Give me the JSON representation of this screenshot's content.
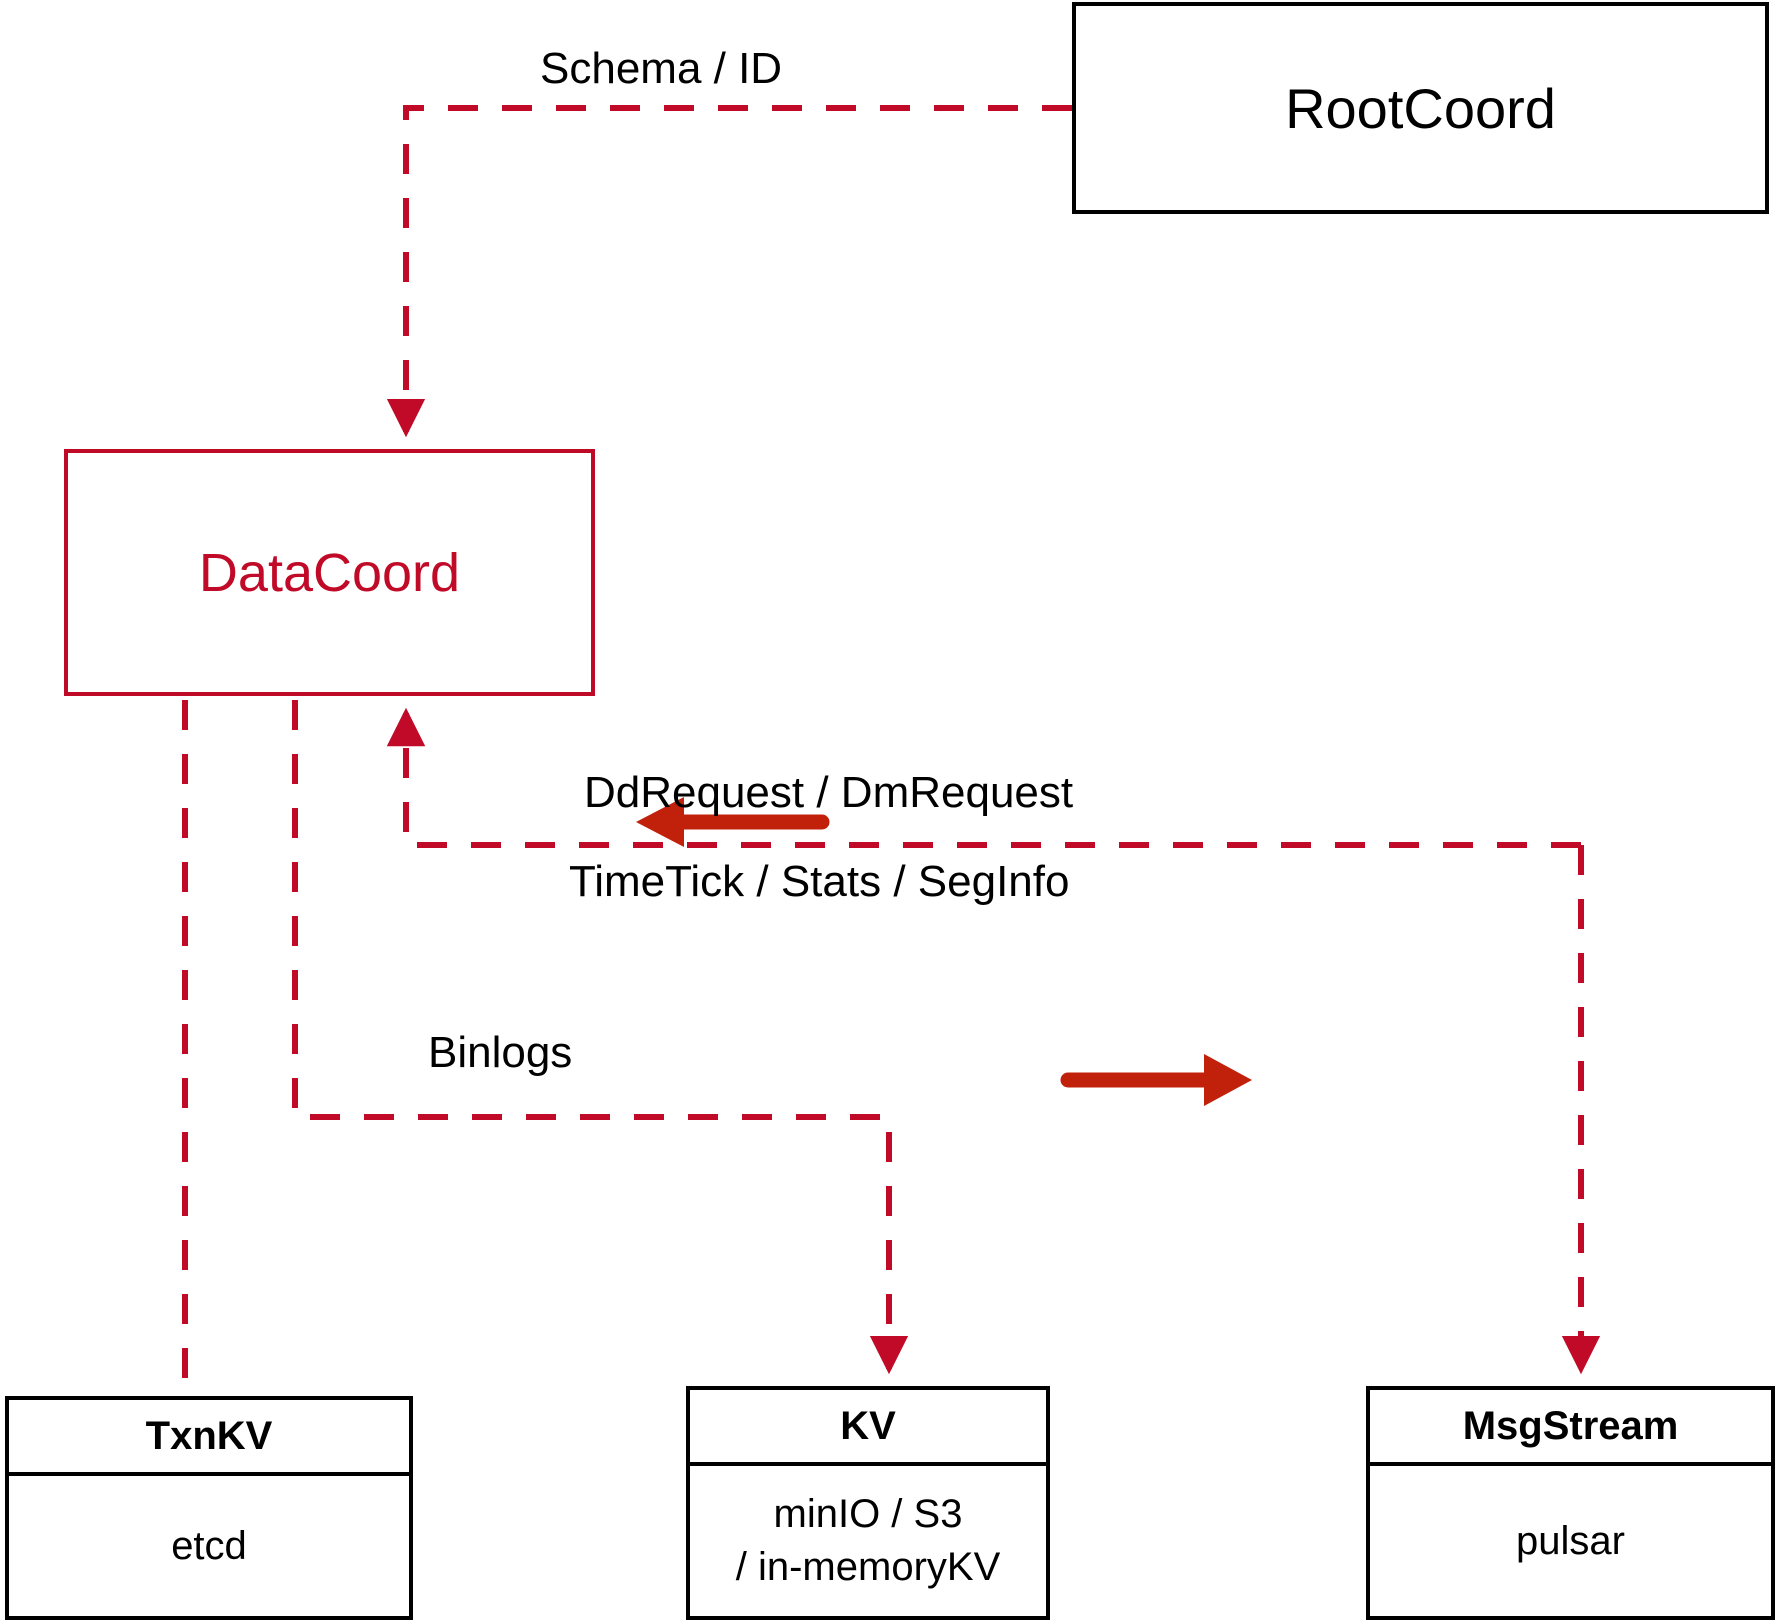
{
  "diagram": {
    "title": "DataCoord component interactions",
    "colors": {
      "accent_red": "#C00A27",
      "arrow_red": "#C1200B",
      "node_border_black": "#000000",
      "background": "#FFFFFF"
    },
    "nodes": [
      {
        "id": "rootcoord",
        "label": "RootCoord",
        "style": "black-outline",
        "sublabel": null
      },
      {
        "id": "datacoord",
        "label": "DataCoord",
        "style": "red-outline",
        "sublabel": null
      },
      {
        "id": "txnkv",
        "label": "TxnKV",
        "style": "black-outline-split",
        "sublabel": "etcd"
      },
      {
        "id": "kv",
        "label": "KV",
        "style": "black-outline-split",
        "sublabel_line1": "minIO / S3",
        "sublabel_line2": "/ in-memoryKV"
      },
      {
        "id": "msgstream",
        "label": "MsgStream",
        "style": "black-outline-split",
        "sublabel": "pulsar"
      }
    ],
    "edges": [
      {
        "id": "schema-id",
        "label": "Schema / ID",
        "from": "rootcoord",
        "to": "datacoord",
        "style": "dashed",
        "arrow": "to"
      },
      {
        "id": "ddrequest",
        "label": "DdRequest / DmRequest",
        "from": "msgstream",
        "to": "datacoord",
        "style": "dashed",
        "arrow": "to",
        "direction_marker": "left"
      },
      {
        "id": "timetick",
        "label": "TimeTick / Stats / SegInfo",
        "from": "datacoord",
        "to": "msgstream",
        "style": "dashed",
        "arrow": "to",
        "direction_marker": "right"
      },
      {
        "id": "binlogs",
        "label": "Binlogs",
        "from": "datacoord",
        "to": "kv",
        "style": "dashed",
        "arrow": "to"
      },
      {
        "id": "txnkv-edge",
        "label": "",
        "from": "datacoord",
        "to": "txnkv",
        "style": "dashed",
        "arrow": "none"
      }
    ],
    "labels": {
      "rootcoord": "RootCoord",
      "datacoord": "DataCoord",
      "txnkv_title": "TxnKV",
      "txnkv_sub": "etcd",
      "kv_title": "KV",
      "kv_sub_line1": "minIO / S3",
      "kv_sub_line2": "/ in-memoryKV",
      "msgstream_title": "MsgStream",
      "msgstream_sub": "pulsar",
      "edge_schema_id": "Schema / ID",
      "edge_ddrequest": "DdRequest / DmRequest",
      "edge_timetick": "TimeTick / Stats / SegInfo",
      "edge_binlogs": "Binlogs"
    }
  }
}
